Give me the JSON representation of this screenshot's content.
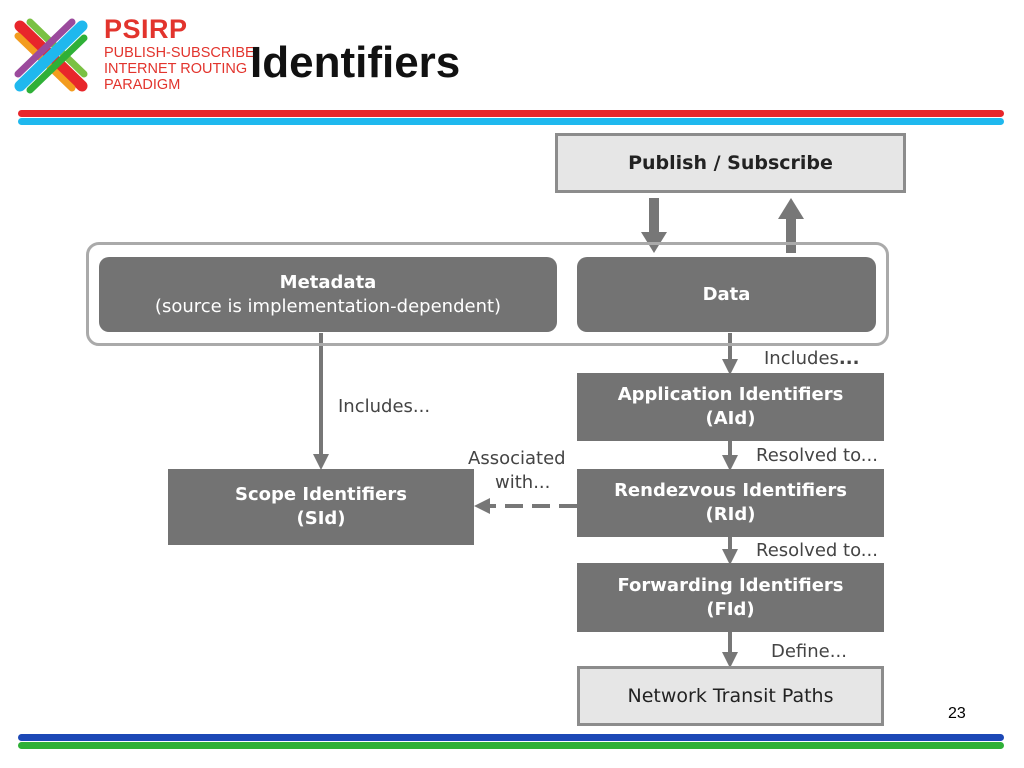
{
  "header": {
    "logo": {
      "name": "PSIRP",
      "lines": [
        "PUBLISH-SUBSCRIBE",
        "INTERNET ROUTING",
        "PARADIGM"
      ]
    },
    "title": "Identifiers",
    "band_colors": {
      "top": [
        "#e8262b",
        "#1fb8ee"
      ],
      "bottom": [
        "#1d48b6",
        "#2fb037"
      ]
    }
  },
  "diagram": {
    "publish_subscribe": "Publish / Subscribe",
    "metadata": {
      "title": "Metadata",
      "subtitle": "(source is implementation-dependent)"
    },
    "data": "Data",
    "application_identifiers": {
      "line1": "Application Identifiers",
      "line2": "(AId)"
    },
    "rendezvous_identifiers": {
      "line1": "Rendezvous Identifiers",
      "line2": "(RId)"
    },
    "forwarding_identifiers": {
      "line1": "Forwarding Identifiers",
      "line2": "(FId)"
    },
    "scope_identifiers": {
      "line1": "Scope Identifiers",
      "line2": "(SId)"
    },
    "network_transit_paths": "Network Transit Paths",
    "labels": {
      "includes_data_prefix": "Includes",
      "includes_data_suffix": "...",
      "includes_metadata": "Includes...",
      "associated_line1": "Associated",
      "associated_line2": "with...",
      "resolved_1": "Resolved to...",
      "resolved_2": "Resolved to...",
      "define": "Define..."
    }
  },
  "footer": {
    "page_number": "23"
  }
}
